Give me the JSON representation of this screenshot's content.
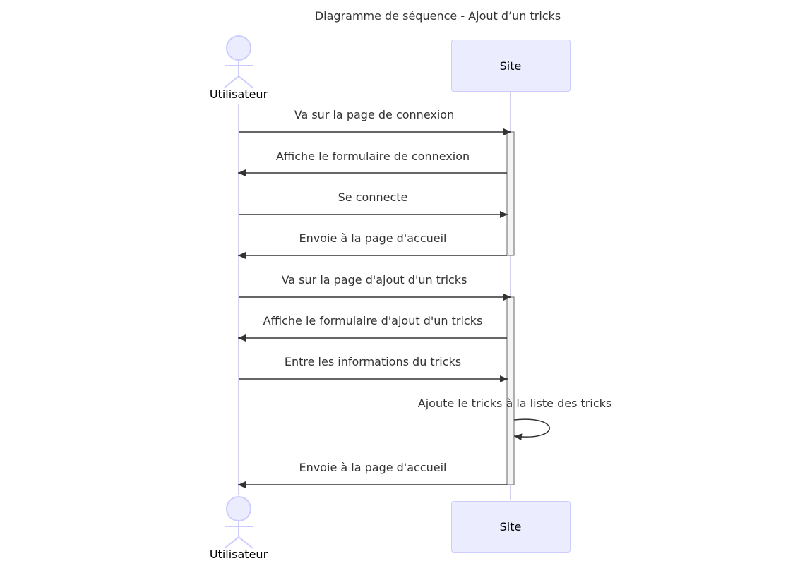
{
  "diagram": {
    "title": "Diagramme de séquence - Ajout d’un tricks",
    "participants": {
      "user": {
        "label": "Utilisateur",
        "kind": "actor"
      },
      "site": {
        "label": "Site",
        "kind": "box"
      }
    },
    "messages": [
      {
        "text": "Va sur la page de connexion",
        "from": "user",
        "to": "site",
        "type": "solid"
      },
      {
        "text": "Affiche le formulaire de connexion",
        "from": "site",
        "to": "user",
        "type": "solid"
      },
      {
        "text": "Se connecte",
        "from": "user",
        "to": "site",
        "type": "solid"
      },
      {
        "text": "Envoie à la page d'accueil",
        "from": "site",
        "to": "user",
        "type": "solid"
      },
      {
        "text": "Va sur la page d'ajout d'un tricks",
        "from": "user",
        "to": "site",
        "type": "solid"
      },
      {
        "text": "Affiche le formulaire d'ajout d'un tricks",
        "from": "site",
        "to": "user",
        "type": "solid"
      },
      {
        "text": "Entre les informations du tricks",
        "from": "user",
        "to": "site",
        "type": "solid"
      },
      {
        "text": "Ajoute le tricks à la liste des tricks",
        "from": "site",
        "to": "site",
        "type": "self"
      },
      {
        "text": "Envoie à la page d'accueil",
        "from": "site",
        "to": "user",
        "type": "solid"
      }
    ],
    "colors": {
      "participant_fill": "#ECECFF",
      "participant_stroke": "#CCCCFF",
      "lifeline": "#D6D0EE",
      "arrow": "#333333",
      "activation_fill": "#F4F4F4",
      "activation_stroke": "#666666"
    }
  }
}
